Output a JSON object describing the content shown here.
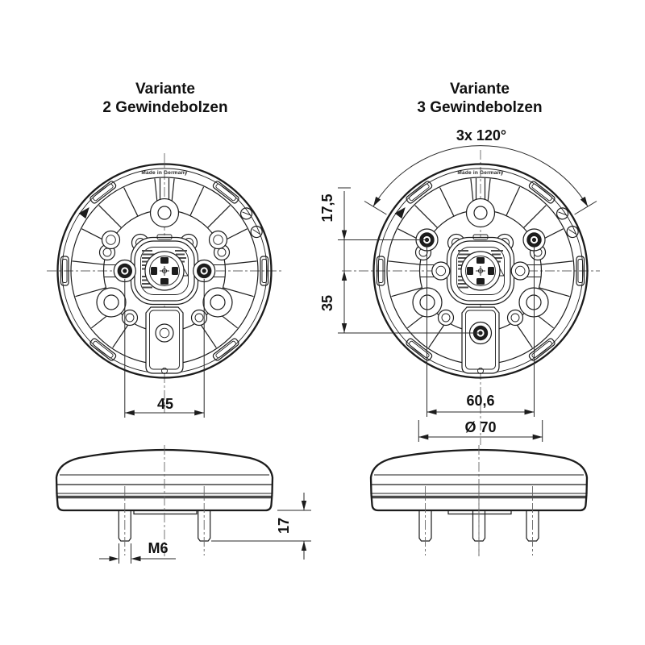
{
  "drawing": {
    "title_left": {
      "line1": "Variante",
      "line2": "2 Gewindebolzen"
    },
    "title_right": {
      "line1": "Variante",
      "line2": "3 Gewindebolzen"
    },
    "made_in_germany": "Made in Germany",
    "dims": {
      "bolt_spacing_2": "45",
      "angle_3x120": "3x 120°",
      "offset_17_5": "17,5",
      "offset_35": "35",
      "bolt_spacing_3": "60,6",
      "bolt_circle": "Ø 70",
      "thread": "M6",
      "stud_length": "17"
    },
    "colors": {
      "line": "#1c1c1c",
      "centerline": "#666666",
      "gasket": "#4a4a4a",
      "background": "#ffffff"
    }
  }
}
